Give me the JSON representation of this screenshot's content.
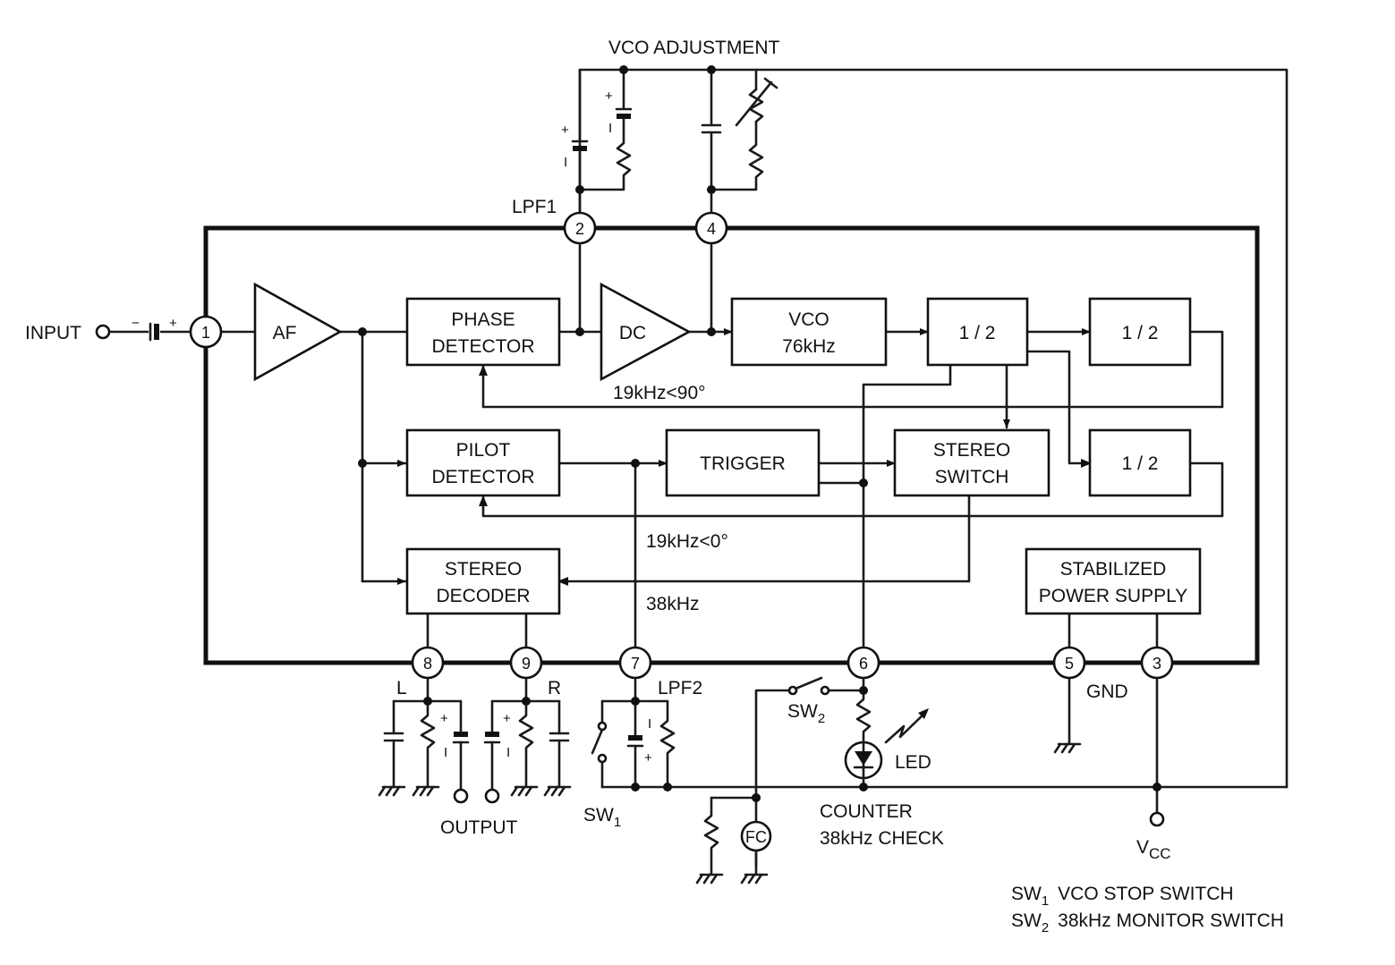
{
  "labels": {
    "vco_adjustment": "VCO ADJUSTMENT",
    "lpf1": "LPF1",
    "lpf2": "LPF2",
    "input": "INPUT",
    "gnd": "GND",
    "l": "L",
    "r": "R",
    "output": "OUTPUT",
    "sw1": "SW",
    "sw1_sub": "1",
    "sw2": "SW",
    "sw2_sub": "2",
    "led": "LED",
    "counter": "COUNTER",
    "check": "38kHz CHECK",
    "vcc": "V",
    "vcc_sub": "CC",
    "fc": "FC",
    "f19_90": "19kHz<90°",
    "f19_0": "19kHz<0°",
    "f38": "38kHz"
  },
  "blocks": {
    "af": "AF",
    "phase_detector": [
      "PHASE",
      "DETECTOR"
    ],
    "dc": "DC",
    "vco": [
      "VCO",
      "76kHz"
    ],
    "div_a": "1 / 2",
    "div_b": "1 / 2",
    "div_c": "1 / 2",
    "pilot_detector": [
      "PILOT",
      "DETECTOR"
    ],
    "trigger": "TRIGGER",
    "stereo_switch": [
      "STEREO",
      "SWITCH"
    ],
    "stereo_decoder": [
      "STEREO",
      "DECODER"
    ],
    "power_supply": [
      "STABILIZED",
      "POWER SUPPLY"
    ]
  },
  "pins": [
    "1",
    "2",
    "3",
    "4",
    "5",
    "6",
    "7",
    "8",
    "9"
  ],
  "legend": [
    {
      "sw": "SW",
      "sub": "1",
      "text": "VCO  STOP  SWITCH"
    },
    {
      "sw": "SW",
      "sub": "2",
      "text": "38kHz  MONITOR  SWITCH"
    }
  ]
}
